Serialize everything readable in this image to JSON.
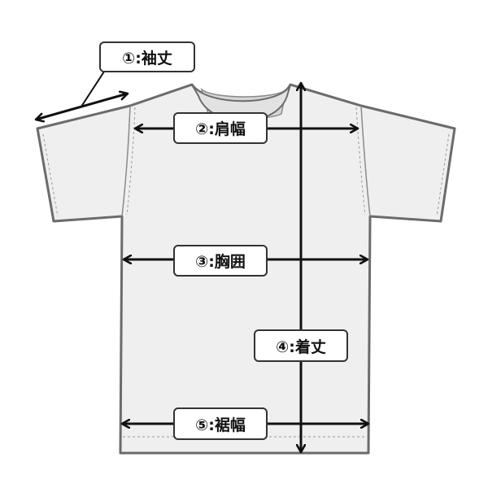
{
  "measurements": [
    {
      "id": "sleeve",
      "label": "①:袖丈"
    },
    {
      "id": "shoulder",
      "label": "②:肩幅"
    },
    {
      "id": "chest",
      "label": "③:胸囲"
    },
    {
      "id": "length",
      "label": "④:着丈"
    },
    {
      "id": "hem",
      "label": "⑤:裾幅"
    }
  ],
  "colors": {
    "garment_fill": "#efefef",
    "garment_stroke": "#6b6b6b",
    "arrow": "#111111",
    "label_border": "#333333"
  }
}
